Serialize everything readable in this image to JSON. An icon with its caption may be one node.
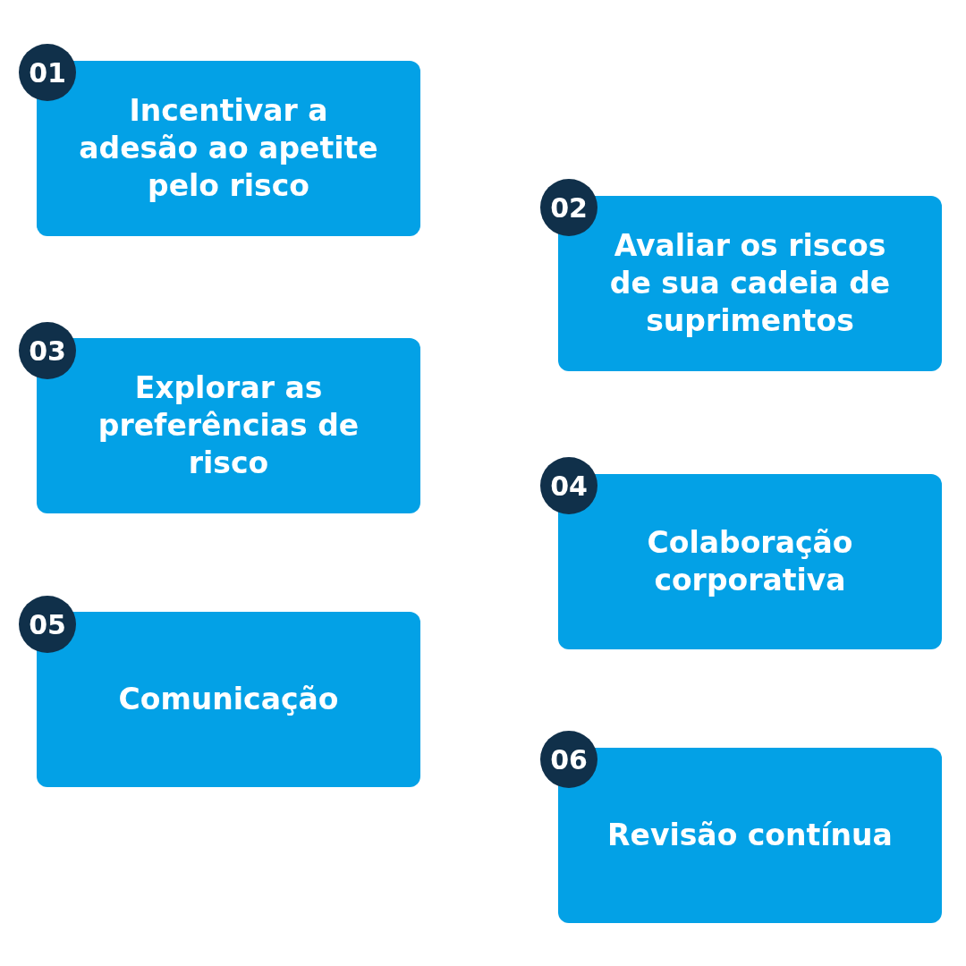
{
  "diagram": {
    "nodes": [
      {
        "text": [
          "01"
        ]
      },
      {
        "text": [
          "Incentivar a adesão ao apetite pelo risco"
        ]
      },
      {
        "text": [
          "02"
        ]
      },
      {
        "text": [
          "Avaliar os riscos de sua cadeia de suprimentos"
        ]
      },
      {
        "text": [
          "03"
        ]
      },
      {
        "text": [
          "Explorar as preferências de risco"
        ]
      },
      {
        "text": [
          "04"
        ]
      },
      {
        "text": [
          "Colaboração corporativa"
        ]
      },
      {
        "text": [
          "05"
        ]
      },
      {
        "text": [
          "Comunicação"
        ]
      },
      {
        "text": [
          "06"
        ]
      },
      {
        "text": [
          "Revisão contínua"
        ]
      }
    ]
  }
}
